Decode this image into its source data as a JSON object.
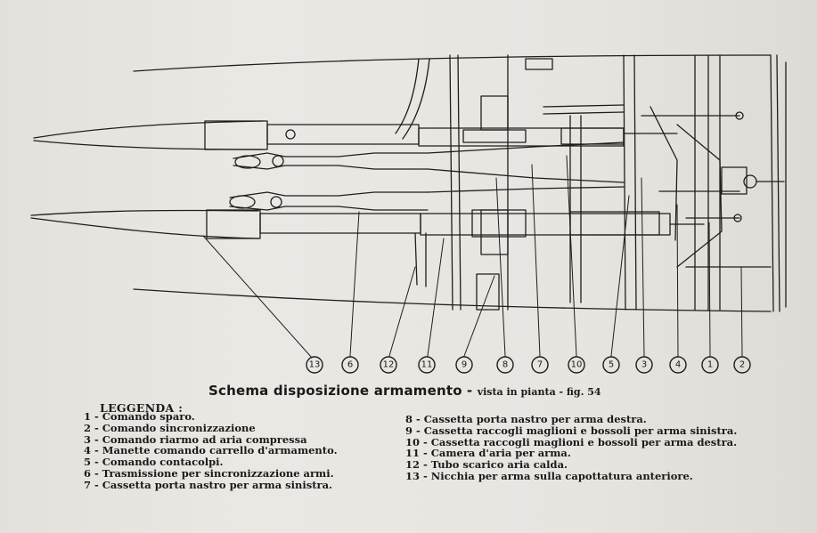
{
  "caption": {
    "title": "Schema disposizione armamento",
    "subtitle": "vista in pianta - fig. 54"
  },
  "legend": {
    "heading": "LEGGENDA :",
    "left": [
      "1 - Comando sparo.",
      "2 - Comando sincronizzazione",
      "3 - Comando riarmo ad aria compressa",
      "4 - Manette comando carrello d'armamento.",
      "5 - Comando contacolpi.",
      "6 - Trasmissione per sincronizzazione armi.",
      "7 - Cassetta porta nastro per arma  sinistra."
    ],
    "right": [
      "8 - Cassetta porta nastro per arma destra.",
      "9 - Cassetta raccogli maglioni e bossoli per arma sinistra.",
      "10 - Cassetta raccogli maglioni e bossoli per arma destra.",
      "11 - Camera d'aria per arma.",
      "12 - Tubo scarico aria calda.",
      "13 - Nicchia per arma sulla capottatura anteriore."
    ]
  },
  "callouts": [
    "13",
    "6",
    "12",
    "11",
    "9",
    "8",
    "7",
    "10",
    "5",
    "3",
    "4",
    "1",
    "2"
  ]
}
